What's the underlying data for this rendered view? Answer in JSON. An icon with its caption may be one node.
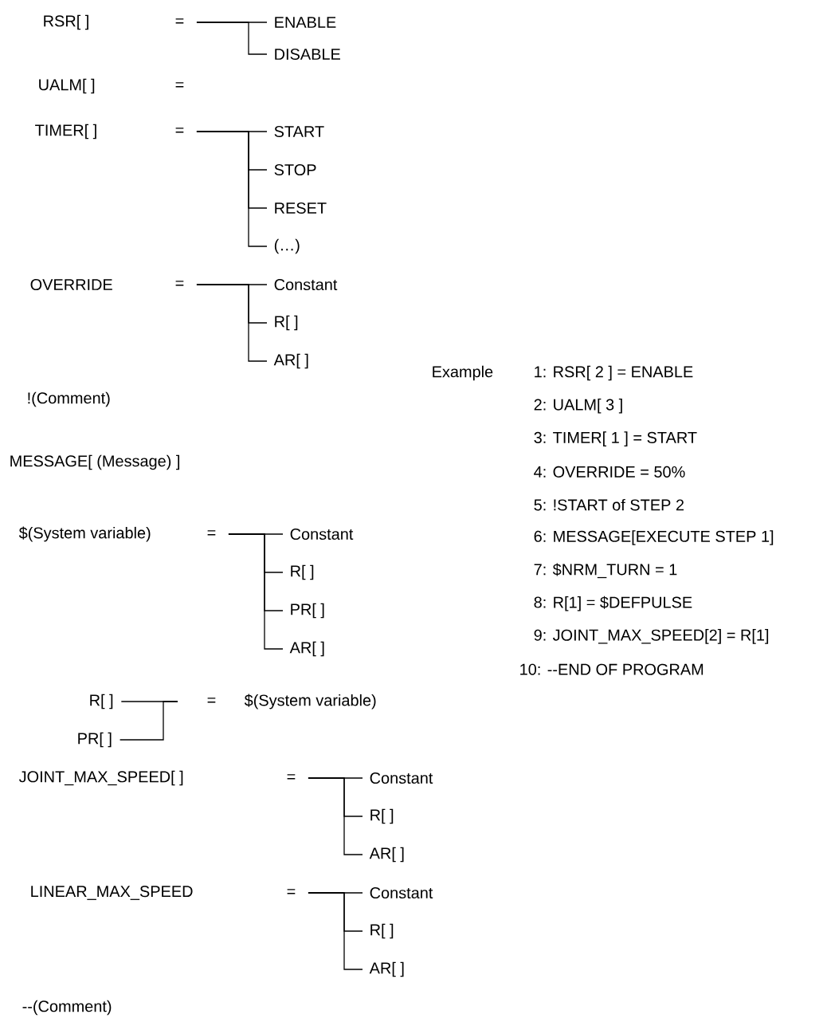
{
  "diagram": {
    "nodes": [
      {
        "text": [
          "RSR[ ]"
        ]
      },
      {
        "text": [
          "="
        ]
      },
      {
        "text": [
          "ENABLE"
        ]
      },
      {
        "text": [
          "DISABLE"
        ]
      },
      {
        "text": [
          "UALM[ ]"
        ]
      },
      {
        "text": [
          "="
        ]
      },
      {
        "text": [
          "TIMER[ ]"
        ]
      },
      {
        "text": [
          "="
        ]
      },
      {
        "text": [
          "START"
        ]
      },
      {
        "text": [
          "STOP"
        ]
      },
      {
        "text": [
          "RESET"
        ]
      },
      {
        "text": [
          "(…)"
        ]
      },
      {
        "text": [
          "OVERRIDE"
        ]
      },
      {
        "text": [
          "="
        ]
      },
      {
        "text": [
          "Constant"
        ]
      },
      {
        "text": [
          "R[ ]"
        ]
      },
      {
        "text": [
          "AR[ ]"
        ]
      },
      {
        "text": [
          "!(Comment)"
        ]
      },
      {
        "text": [
          "MESSAGE[ (Message) ]"
        ]
      },
      {
        "text": [
          "$(System variable)"
        ]
      },
      {
        "text": [
          "="
        ]
      },
      {
        "text": [
          "Constant"
        ]
      },
      {
        "text": [
          "R[ ]"
        ]
      },
      {
        "text": [
          "PR[ ]"
        ]
      },
      {
        "text": [
          "AR[ ]"
        ]
      },
      {
        "text": [
          "R[ ]"
        ]
      },
      {
        "text": [
          "PR[ ]"
        ]
      },
      {
        "text": [
          "="
        ]
      },
      {
        "text": [
          "$(System variable)"
        ]
      },
      {
        "text": [
          "JOINT_MAX_SPEED[ ]"
        ]
      },
      {
        "text": [
          "="
        ]
      },
      {
        "text": [
          "Constant"
        ]
      },
      {
        "text": [
          "R[ ]"
        ]
      },
      {
        "text": [
          "AR[ ]"
        ]
      },
      {
        "text": [
          "LINEAR_MAX_SPEED"
        ]
      },
      {
        "text": [
          "="
        ]
      },
      {
        "text": [
          "Constant"
        ]
      },
      {
        "text": [
          "R[ ]"
        ]
      },
      {
        "text": [
          "AR[ ]"
        ]
      },
      {
        "text": [
          "--(Comment)"
        ]
      }
    ],
    "edges": [
      {
        "from": 1,
        "to": 2,
        "arrow": "none"
      },
      {
        "from": 1,
        "to": 3,
        "arrow": "none"
      },
      {
        "from": 7,
        "to": 8,
        "arrow": "none"
      },
      {
        "from": 7,
        "to": 9,
        "arrow": "none"
      },
      {
        "from": 7,
        "to": 10,
        "arrow": "none"
      },
      {
        "from": 7,
        "to": 11,
        "arrow": "none"
      },
      {
        "from": 13,
        "to": 14,
        "arrow": "none"
      },
      {
        "from": 13,
        "to": 15,
        "arrow": "none"
      },
      {
        "from": 13,
        "to": 16,
        "arrow": "none"
      },
      {
        "from": 20,
        "to": 21,
        "arrow": "none"
      },
      {
        "from": 20,
        "to": 22,
        "arrow": "none"
      },
      {
        "from": 20,
        "to": 23,
        "arrow": "none"
      },
      {
        "from": 20,
        "to": 24,
        "arrow": "none"
      },
      {
        "from": 25,
        "to": 27,
        "arrow": "none"
      },
      {
        "from": 26,
        "to": 27,
        "arrow": "none"
      },
      {
        "from": 30,
        "to": 31,
        "arrow": "none"
      },
      {
        "from": 30,
        "to": 32,
        "arrow": "none"
      },
      {
        "from": 30,
        "to": 33,
        "arrow": "none"
      },
      {
        "from": 35,
        "to": 36,
        "arrow": "none"
      },
      {
        "from": 35,
        "to": 37,
        "arrow": "none"
      },
      {
        "from": 35,
        "to": 38,
        "arrow": "none"
      }
    ],
    "labels": [
      "Example",
      "1: RSR[ 2 ] = ENABLE",
      "2: UALM[ 3 ]",
      "3: TIMER[ 1 ] = START",
      "4: OVERRIDE = 50%",
      "5: !START of STEP 2",
      "6: MESSAGE[EXECUTE STEP 1]",
      "7: $NRM_TURN = 1",
      "8: R[1] = $DEFPULSE",
      "9: JOINT_MAX_SPEED[2] = R[1]",
      "10: --END OF PROGRAM"
    ]
  }
}
